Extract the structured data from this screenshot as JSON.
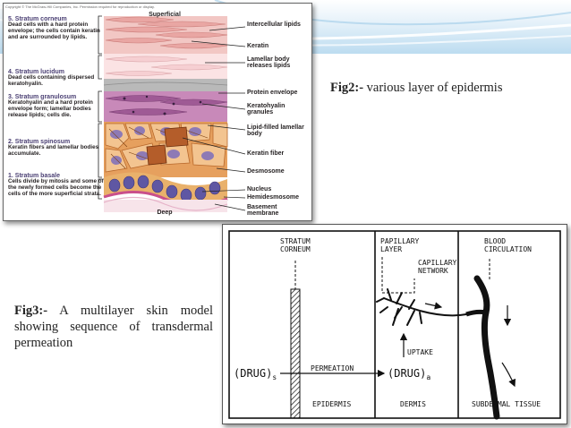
{
  "slide": {
    "fig2_caption_prefix": "Fig2:-",
    "fig2_caption_text": " various layer of epidermis",
    "fig3_caption_prefix": "Fig3:-",
    "fig3_caption_text": " A multilayer skin model showing sequence of transdermal permeation"
  },
  "fig2": {
    "credit": "Copyright © The McGraw-Hill Companies, Inc. Permission required for reproduction or display.",
    "top_label": "Superficial",
    "bottom_label": "Deep",
    "layers": [
      {
        "title": "5. Stratum corneum",
        "desc": "Dead cells with a hard protein envelope; the cells contain keratin and are surrounded by lipids."
      },
      {
        "title": "4. Stratum lucidum",
        "desc": "Dead cells containing dispersed keratohyalin."
      },
      {
        "title": "3. Stratum granulosum",
        "desc": "Keratohyalin and a hard protein envelope form; lamellar bodies release lipids; cells die."
      },
      {
        "title": "2. Stratum spinosum",
        "desc": "Keratin fibers and lamellar bodies accumulate."
      },
      {
        "title": "1. Stratum basale",
        "desc": "Cells divide by mitosis and some of the newly formed cells become the cells of the more superficial strata."
      }
    ],
    "right_labels": [
      "Intercellular lipids",
      "Keratin",
      "Lamellar body releases lipids",
      "Protein envelope",
      "Keratohyalin granules",
      "Lipid-filled lamellar body",
      "Keratin fiber",
      "Desmosome",
      "Nucleus",
      "Hemidesmosome",
      "Basement membrane"
    ]
  },
  "fig3": {
    "stratum_corneum": "STRATUM\nCORNEUM",
    "papillary_layer": "PAPILLARY\nLAYER",
    "capillary_network": "CAPILLARY\nNETWORK",
    "blood_circulation": "BLOOD\nCIRCULATION",
    "drug_s_base": "(DRUG)",
    "drug_s_sub": "s",
    "drug_a_base": "(DRUG)",
    "drug_a_sub": "a",
    "permeation": "PERMEATION",
    "uptake": "UPTAKE",
    "epidermis": "EPIDERMIS",
    "dermis": "DERMIS",
    "subdermal": "SUBDERMAL TISSUE"
  }
}
